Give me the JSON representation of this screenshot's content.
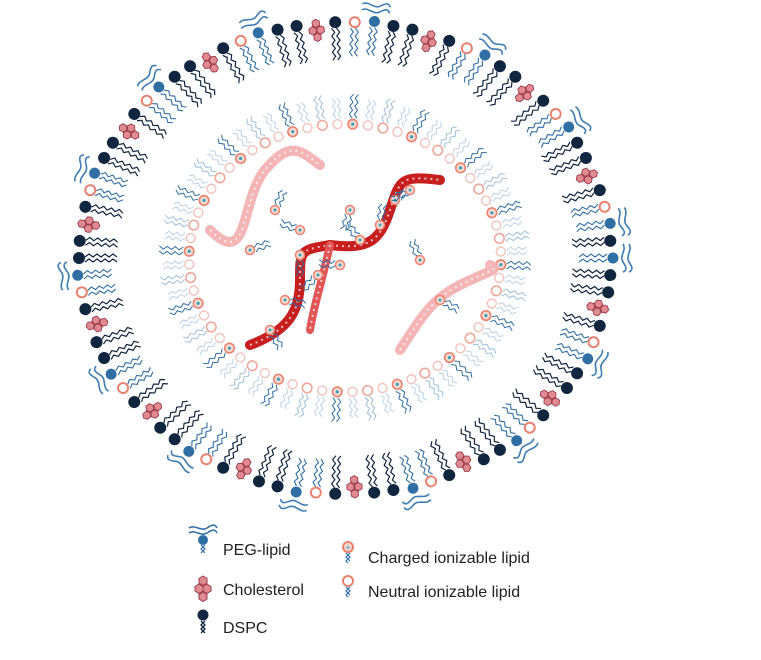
{
  "colors": {
    "peg": "#2f6fa3",
    "peg_chain": "#3d7db2",
    "cholesterol": "#e08a93",
    "cholesterol_stroke": "#9c3b48",
    "dspc": "#10263f",
    "ionizable_ring": "#e8826f",
    "ionizable_core": "#f6d9d0",
    "charged_center": "#3aa0b5",
    "mrna_dark": "#c71f1f",
    "mrna_light": "#f3b5b5",
    "tail": "#2f6fa3"
  },
  "legend": {
    "peg_lipid": {
      "label": "PEG-lipid",
      "icon": "peg-lipid-icon"
    },
    "cholesterol": {
      "label": "Cholesterol",
      "icon": "cholesterol-icon"
    },
    "dspc": {
      "label": "DSPC",
      "icon": "dspc-icon"
    },
    "charged_ionizable": {
      "label": "Charged ionizable lipid",
      "icon": "charged-ionizable-lipid-icon"
    },
    "neutral_ionizable": {
      "label": "Neutral ionizable lipid",
      "icon": "neutral-ionizable-lipid-icon"
    }
  }
}
